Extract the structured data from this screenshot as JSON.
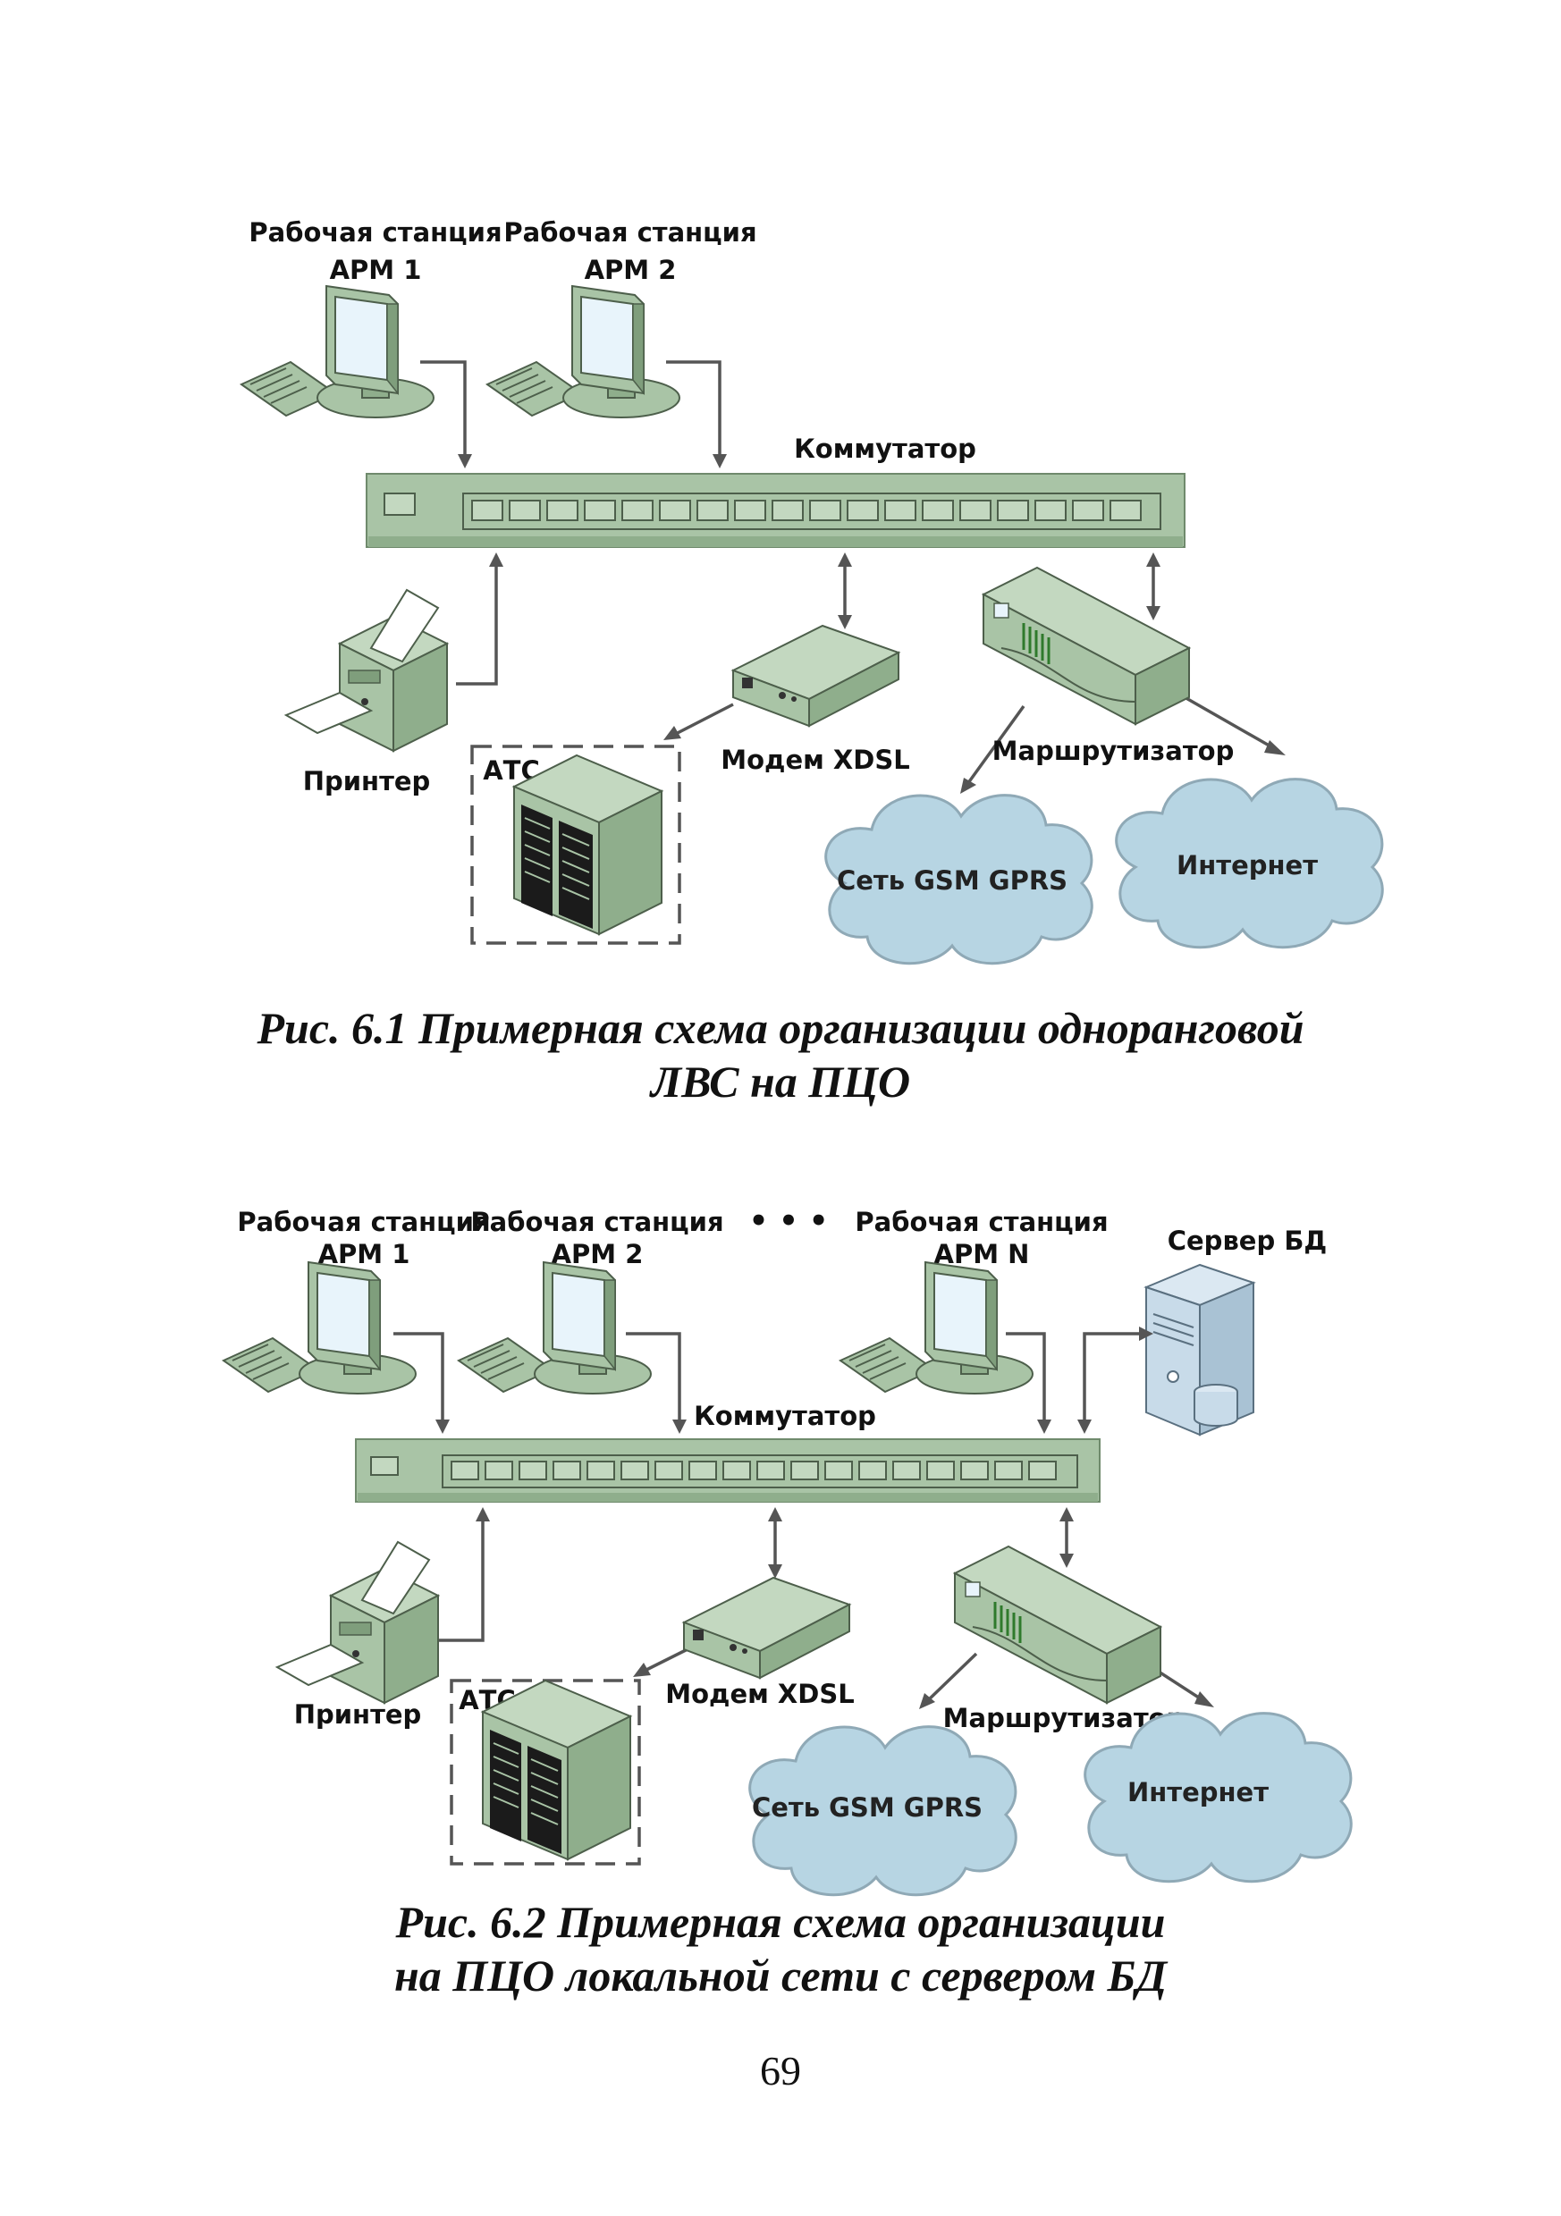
{
  "figure1": {
    "ws1_line1": "Рабочая станция",
    "ws1_line2": "АРМ 1",
    "ws2_line1": "Рабочая станция",
    "ws2_line2": "АРМ 2",
    "switch": "Коммутатор",
    "printer": "Принтер",
    "pbx": "АТС",
    "modem": "Модем XDSL",
    "router": "Маршрутизатор",
    "gsm": "Сеть GSM GPRS",
    "internet": "Интернет",
    "caption_line1": "Рис. 6.1 Примерная схема организации одноранговой",
    "caption_line2": "ЛВС на ПЦО"
  },
  "figure2": {
    "ws1_line1": "Рабочая станция",
    "ws1_line2": "АРМ 1",
    "ws2_line1": "Рабочая станция",
    "ws2_line2": "АРМ 2",
    "ellipsis": "• • •",
    "wsn_line1": "Рабочая станция",
    "wsn_line2": "АРМ N",
    "server": "Сервер БД",
    "switch": "Коммутатор",
    "printer": "Принтер",
    "pbx": "АТС",
    "modem": "Модем XDSL",
    "router": "Маршрутизатор",
    "gsm": "Сеть GSM GPRS",
    "internet": "Интернет",
    "caption_line1": "Рис. 6.2 Примерная схема организации",
    "caption_line2": "на ПЦО локальной сети с сервером БД"
  },
  "page_number": "69",
  "colors": {
    "device_green": "#a9c4a6",
    "device_dark": "#7f9e7c",
    "cloud_blue": "#b7d5e3",
    "screen_blue": "#e8f4fb",
    "connector": "#555555"
  },
  "icons": [
    "workstation-icon",
    "switch-icon",
    "printer-icon",
    "pbx-icon",
    "modem-icon",
    "router-icon",
    "cloud-icon",
    "server-icon"
  ]
}
